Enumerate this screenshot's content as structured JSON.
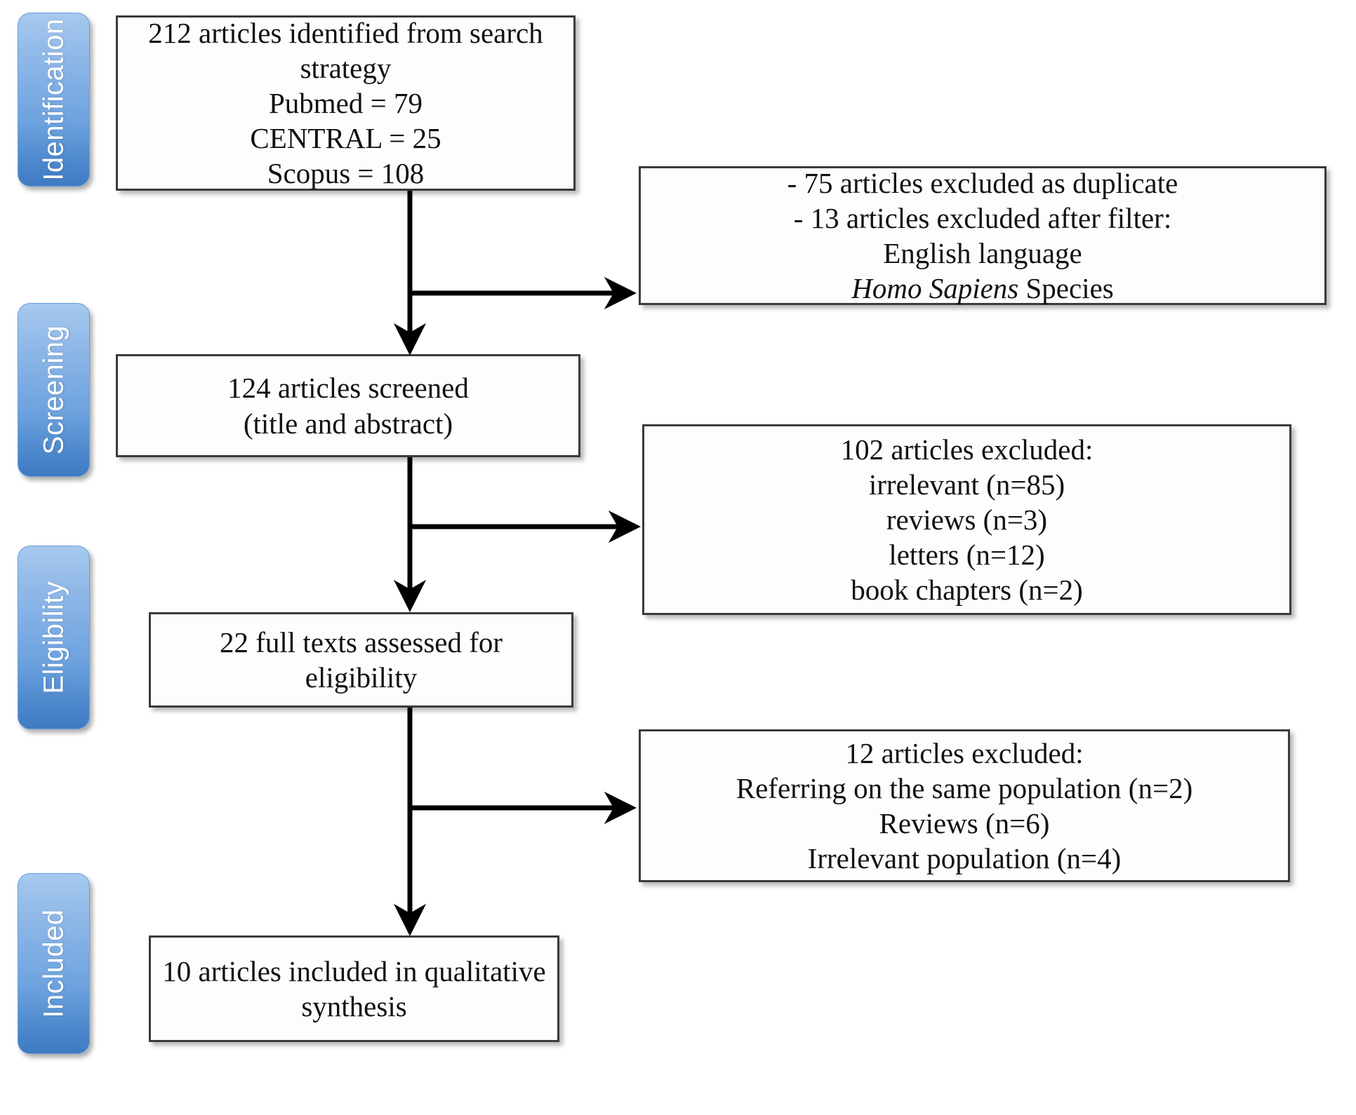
{
  "diagram": {
    "title": "PRISMA study selection flow diagram",
    "type": "prisma-flowchart",
    "accent_color": "#6ea3df",
    "box_border_color": "#3b3b3b"
  },
  "stages": [
    {
      "id": "identification",
      "label": "Identification"
    },
    {
      "id": "screening",
      "label": "Screening"
    },
    {
      "id": "eligibility",
      "label": "Eligibility"
    },
    {
      "id": "included",
      "label": "Included"
    }
  ],
  "flow_boxes": [
    {
      "id": "identified",
      "lines": [
        "212 articles identified from search",
        "strategy",
        "Pubmed = 79",
        "CENTRAL = 25",
        "Scopus = 108"
      ]
    },
    {
      "id": "screened",
      "lines": [
        "124 articles screened",
        "(title and abstract)"
      ]
    },
    {
      "id": "full-texts",
      "lines": [
        "22 full texts assessed for eligibility"
      ]
    },
    {
      "id": "included",
      "lines": [
        "10 articles included in qualitative",
        "synthesis"
      ]
    }
  ],
  "exclusion_boxes": [
    {
      "id": "excluded-duplicates-filter",
      "lines": [
        "- 75 articles excluded as duplicate",
        "-  13 articles excluded after filter:",
        "English language",
        "Homo Sapiens Species"
      ],
      "italic_segment": "Homo Sapiens",
      "italic_tail": " Species"
    },
    {
      "id": "excluded-screening",
      "lines": [
        "102 articles excluded:",
        "irrelevant (n=85)",
        "reviews (n=3)",
        "letters (n=12)",
        "book chapters (n=2)"
      ]
    },
    {
      "id": "excluded-eligibility",
      "lines": [
        "12 articles excluded:",
        "Referring on the same population (n=2)",
        "Reviews (n=6)",
        "Irrelevant population (n=4)"
      ]
    }
  ],
  "counts": {
    "identified_total": 212,
    "pubmed": 79,
    "central": 25,
    "scopus": 108,
    "excluded_duplicate": 75,
    "excluded_after_filter": 13,
    "screened": 124,
    "excluded_screening_total": 102,
    "excluded_irrelevant": 85,
    "excluded_reviews": 3,
    "excluded_letters": 12,
    "excluded_book_chapters": 2,
    "full_texts_assessed": 22,
    "excluded_eligibility_total": 12,
    "excluded_same_population": 2,
    "excluded_reviews_full": 6,
    "excluded_irrelevant_population": 4,
    "included_qualitative": 10
  }
}
